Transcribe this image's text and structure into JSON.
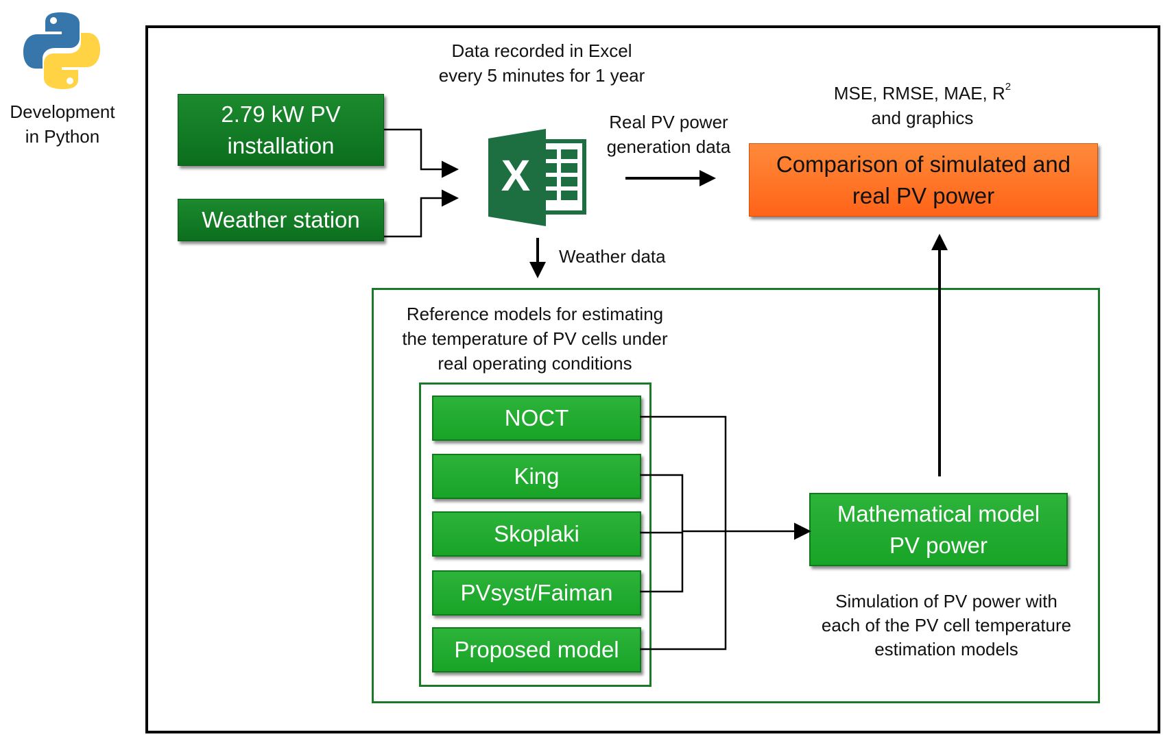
{
  "python_logo": {
    "caption_line1": "Development",
    "caption_line2": "in Python"
  },
  "excel": {
    "icon_letter": "X",
    "note_line1": "Data recorded in Excel",
    "note_line2": "every 5 minutes for 1 year"
  },
  "inputs": {
    "pv_line1": "2.79 kW PV",
    "pv_line2": "installation",
    "weather": "Weather station"
  },
  "real_pv_label": {
    "line1": "Real PV power",
    "line2": "generation data"
  },
  "weather_data_label": "Weather data",
  "metrics": {
    "line1": "MSE, RMSE, MAE, R",
    "sup": "2",
    "line2": "and graphics"
  },
  "comparison": {
    "line1": "Comparison of simulated and",
    "line2": "real PV power"
  },
  "reference_models": {
    "line1": "Reference models for estimating",
    "line2": "the temperature of PV cells under",
    "line3": "real operating conditions",
    "models": [
      "NOCT",
      "King",
      "Skoplaki",
      "PVsyst/Faiman",
      "Proposed model"
    ]
  },
  "math_model": {
    "line1": "Mathematical model",
    "line2": "PV power"
  },
  "simulation_note": {
    "line1": "Simulation of PV power with",
    "line2": "each of the PV cell temperature",
    "line3": "estimation models"
  },
  "colors": {
    "dark_green": "#0b6e1e",
    "bright_green": "#18a427",
    "orange": "#ff6418",
    "frame_green": "#1a7a28",
    "python_blue": "#3776ab",
    "python_yellow": "#ffd343",
    "excel_green": "#1d6f42"
  }
}
